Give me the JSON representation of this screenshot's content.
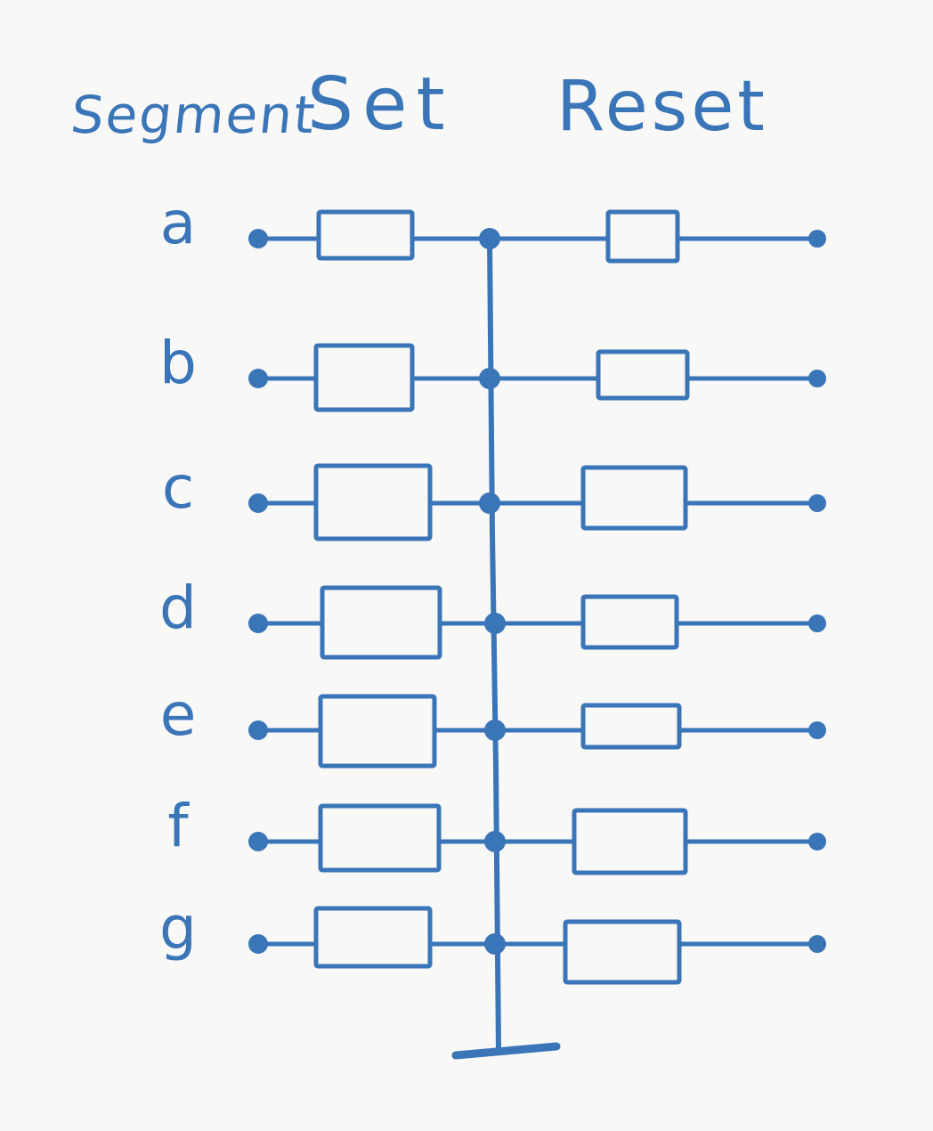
{
  "headers": {
    "segment": "Segment",
    "set": "Set",
    "reset": "Reset"
  },
  "segments": [
    "a",
    "b",
    "c",
    "d",
    "e",
    "f",
    "g"
  ],
  "colors": {
    "ink": "#3a75b8",
    "background": "#f8f8f7"
  }
}
